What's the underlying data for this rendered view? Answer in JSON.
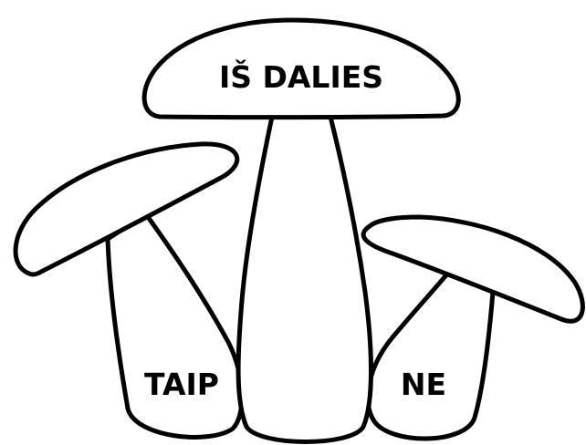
{
  "mushrooms": {
    "top": {
      "label": "IŠ DALIES"
    },
    "left": {
      "label": "TAIP"
    },
    "right": {
      "label": "NE"
    }
  },
  "colors": {
    "stroke": "#000000",
    "fill": "#ffffff",
    "text": "#000000"
  }
}
